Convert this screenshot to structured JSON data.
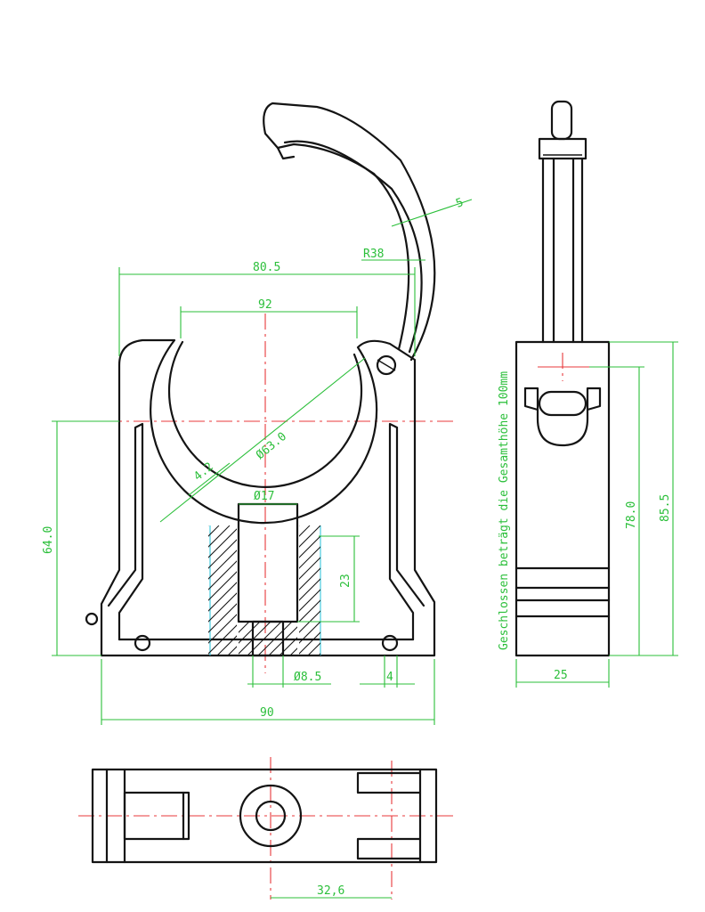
{
  "colors": {
    "outline": "#141414",
    "dimension": "#2bbf3a",
    "centerline": "#e8383b",
    "section_edge": "#35c6dc",
    "background": "#ffffff"
  },
  "front_view": {
    "dim_overall_top_width": "80.5",
    "dim_clip_width": "92",
    "dim_pipe_diameter": "Ø63.0",
    "dim_wall": "4.2",
    "dim_radius": "R38",
    "dim_hook": "5",
    "dim_height": "64.0",
    "dim_bore_diameter": "Ø17",
    "dim_bore_depth": "23",
    "dim_screw_hole": "Ø8.5",
    "dim_slot": "4",
    "dim_base_width": "90"
  },
  "side_view": {
    "note": "Geschlossen beträgt die Gesamthöhe 100mm",
    "dim_inner_height": "78.0",
    "dim_total_height": "85.5",
    "dim_depth": "25"
  },
  "top_view": {
    "dim_offset": "32,6"
  }
}
